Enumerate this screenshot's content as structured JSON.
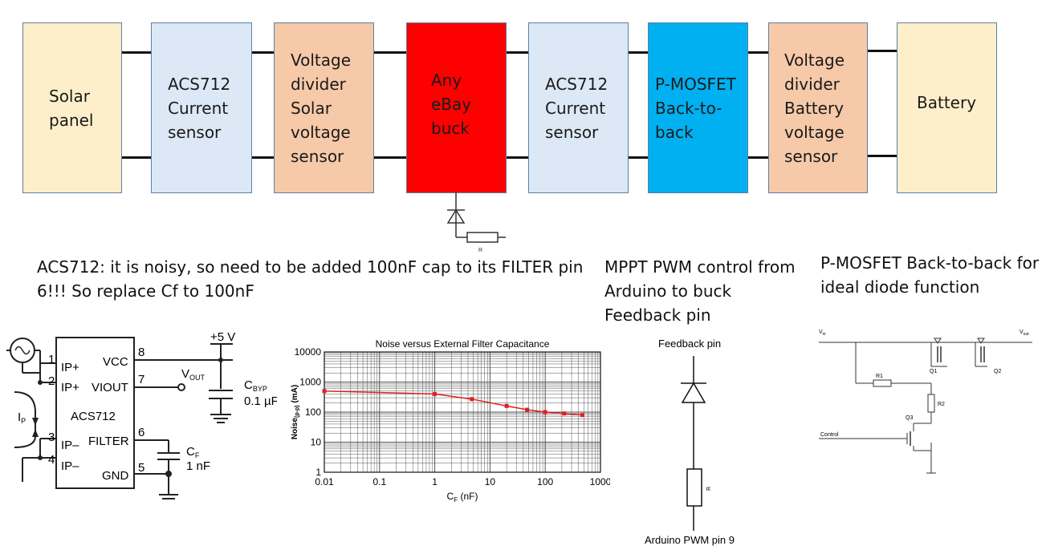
{
  "colors": {
    "solar": "#fdefc9",
    "sensor": "#dce8f5",
    "divider": "#f6c9a8",
    "buck": "#ff0000",
    "mosfet": "#00b0f0",
    "battery": "#fdefc9",
    "wire": "#111111",
    "chart_line": "#e02020"
  },
  "blocks": {
    "solar": "Solar\npanel",
    "acs1": "ACS712\nCurrent\nsensor",
    "div1": "Voltage\ndivider\n Solar\nvoltage\nsensor",
    "buck": "Any\neBay\nbuck",
    "acs2": "ACS712\nCurrent\nsensor",
    "mosfet": "P-MOSFET\nBack-to-\nback",
    "div2": "Voltage\ndivider\n Battery\nvoltage\nsensor",
    "battery": "Battery"
  },
  "buck_resistor_label": "R",
  "notes": {
    "acs_note": "ACS712: it is noisy, so need to be added 100nF cap to its FILTER pin\n6!!! So replace Cf to 100nF",
    "mppt_note": "MPPT PWM control from\nArduino to buck\nFeedback pin",
    "mosfet_note": "P-MOSFET Back-to-back for\nideal diode function"
  },
  "acs_circuit": {
    "pin1": "1",
    "pin2": "2",
    "pin3": "3",
    "pin4": "4",
    "pin5": "5",
    "pin6": "6",
    "pin7": "7",
    "pin8": "8",
    "ip_plus_1": "IP+",
    "ip_plus_2": "IP+",
    "ip_minus_1": "IP–",
    "ip_minus_2": "IP–",
    "vcc": "VCC",
    "viout": "VIOUT",
    "filter": "FILTER",
    "gnd": "GND",
    "chip": "ACS712",
    "supply": "+5 V",
    "vout": "V",
    "vout_sub": "OUT",
    "cbyp": "C",
    "cbyp_sub": "BYP",
    "cbyp_val": "0.1 µF",
    "cf": "C",
    "cf_sub": "F",
    "cf_val": "1 nF",
    "ip": "I",
    "ip_sub": "P"
  },
  "chart_data": {
    "type": "line",
    "title": "Noise versus External Filter Capacitance",
    "xlabel": "C",
    "xlabel_sub": "F",
    "xlabel_unit": " (nF)",
    "ylabel": "Noise",
    "ylabel_sub": "(p-p)",
    "ylabel_unit": " (mA)",
    "xscale": "log",
    "yscale": "log",
    "xlim": [
      0.01,
      1000
    ],
    "ylim": [
      1,
      10000
    ],
    "xticks": [
      "0.01",
      "0.1",
      "1",
      "10",
      "100",
      "1000"
    ],
    "yticks": [
      "1",
      "10",
      "100",
      "1000",
      "10000"
    ],
    "grid": true,
    "x": [
      0.01,
      1,
      4.7,
      20,
      47,
      100,
      220,
      470
    ],
    "y": [
      500,
      400,
      270,
      160,
      120,
      100,
      90,
      80
    ]
  },
  "feedback_circuit": {
    "top_label": "Feedback pin",
    "bottom_label": "Arduino PWM pin 9",
    "resistor_label": "R"
  },
  "mosfet_circuit": {
    "vin": "V",
    "vin_sub": "in",
    "vout": "V",
    "vout_sub": "out",
    "r1": "R1",
    "r2": "R2",
    "q1": "Q1",
    "q2": "Q2",
    "q3": "Q3",
    "control": "Control"
  }
}
